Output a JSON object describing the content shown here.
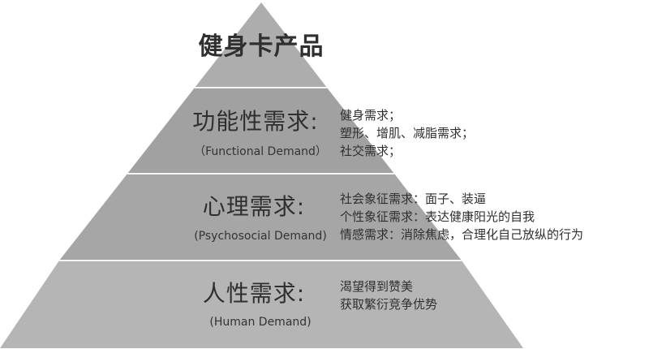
{
  "pyramid": {
    "title": "健身卡产品",
    "colors": {
      "tier_top": "#adadad",
      "tier_mid": "#a1a1a1",
      "tier_low": "#a6a6a6",
      "tier_base": "#b5b5b5",
      "divider": "#f4f4f4",
      "text": "#2f2f2f"
    },
    "tiers": [
      {
        "title": "功能性需求:",
        "subtitle": "（Functional Demand）",
        "notes": [
          "健身需求；",
          "塑形、增肌、减脂需求；",
          "社交需求；"
        ]
      },
      {
        "title": "心理需求:",
        "subtitle": "(Psychosocial Demand)",
        "notes": [
          "社会象征需求：面子、装逼",
          "个性象征需求：表达健康阳光的自我",
          "情感需求：消除焦虑，合理化自己放纵的行为"
        ]
      },
      {
        "title": "人性需求:",
        "subtitle": "(Human Demand)",
        "notes": [
          "渴望得到赞美",
          "获取繁衍竞争优势"
        ]
      }
    ]
  }
}
